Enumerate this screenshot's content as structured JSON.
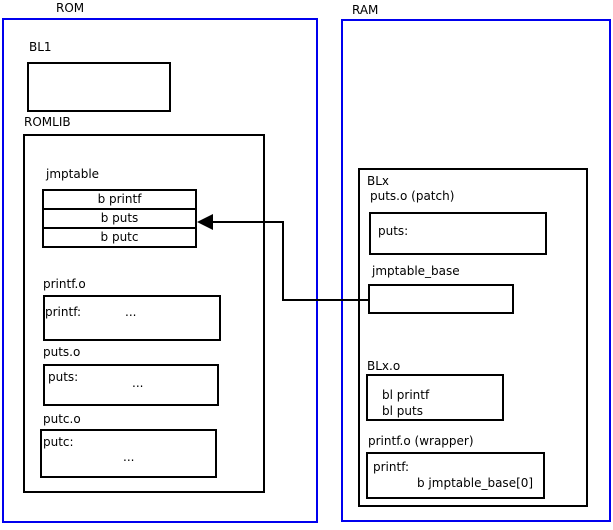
{
  "colors": {
    "frame_blue": "#0000ee",
    "line_black": "#000000",
    "background": "#ffffff"
  },
  "rom": {
    "label": "ROM",
    "bl1": {
      "label": "BL1"
    },
    "romlib": {
      "label": "ROMLIB",
      "jmptable": {
        "label": "jmptable",
        "rows": [
          "b printf",
          "b puts",
          "b putc"
        ]
      },
      "printf_o": {
        "label": "printf.o",
        "symbol": "printf:",
        "ellipsis": "..."
      },
      "puts_o": {
        "label": "puts.o",
        "symbol": "puts:",
        "ellipsis": "..."
      },
      "putc_o": {
        "label": "putc.o",
        "symbol": "putc:",
        "ellipsis": "..."
      }
    }
  },
  "ram": {
    "label": "RAM",
    "blx": {
      "label": "BLx",
      "puts_patch": {
        "label": "puts.o (patch)",
        "symbol": "puts:"
      },
      "jmptable_base": {
        "label": "jmptable_base"
      },
      "blx_o": {
        "label": "BLx.o",
        "lines": [
          "bl printf",
          "bl puts"
        ]
      },
      "printf_wrapper": {
        "label": "printf.o (wrapper)",
        "symbol": "printf:",
        "body": "b jmptable_base[0]"
      }
    }
  }
}
